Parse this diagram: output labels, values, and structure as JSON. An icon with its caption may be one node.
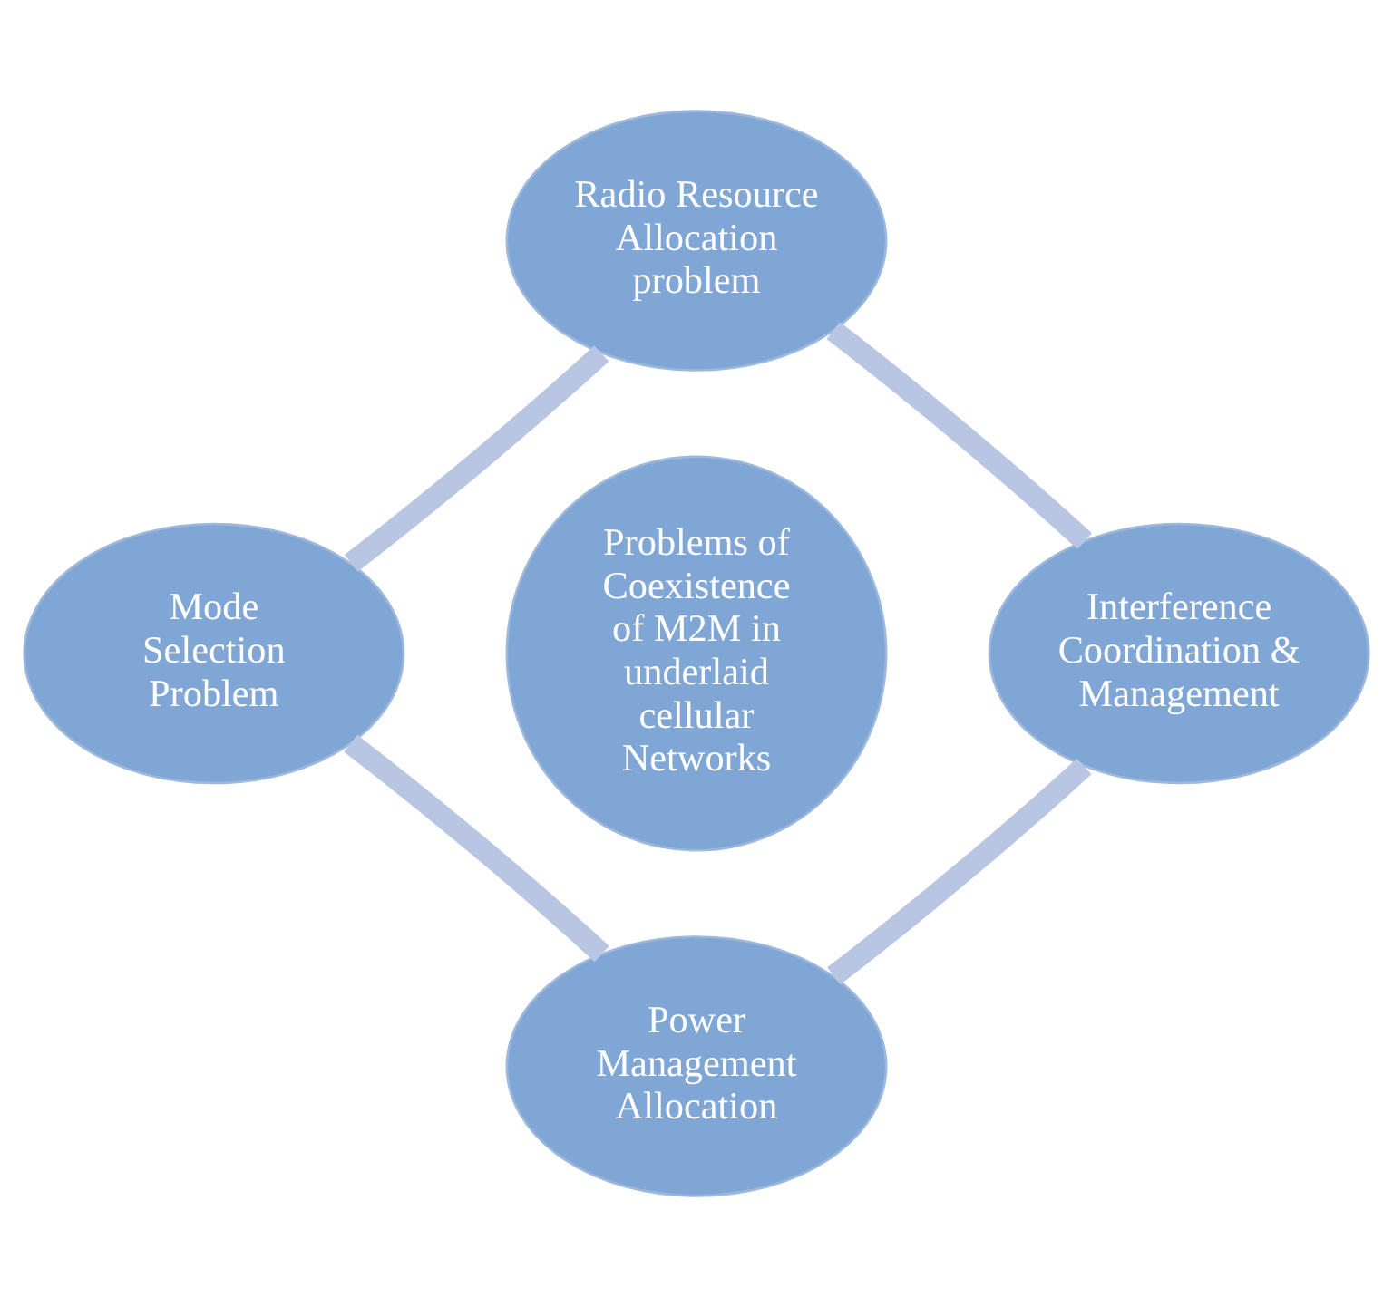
{
  "diagram": {
    "nodes": [
      {
        "text": [
          "Radio Resource Allocation problem"
        ]
      },
      {
        "text": [
          "Mode Selection Problem"
        ]
      },
      {
        "text": [
          "Problems of Coexistence of M2M in underlaid cellular Networks"
        ]
      },
      {
        "text": [
          "Interference Coordination & Management"
        ]
      },
      {
        "text": [
          "Power Management Allocation"
        ]
      }
    ],
    "edges": [
      {
        "from": 0,
        "to": 3,
        "arrow": "none"
      },
      {
        "from": 3,
        "to": 4,
        "arrow": "none"
      },
      {
        "from": 4,
        "to": 1,
        "arrow": "none"
      },
      {
        "from": 1,
        "to": 0,
        "arrow": "none"
      }
    ]
  }
}
